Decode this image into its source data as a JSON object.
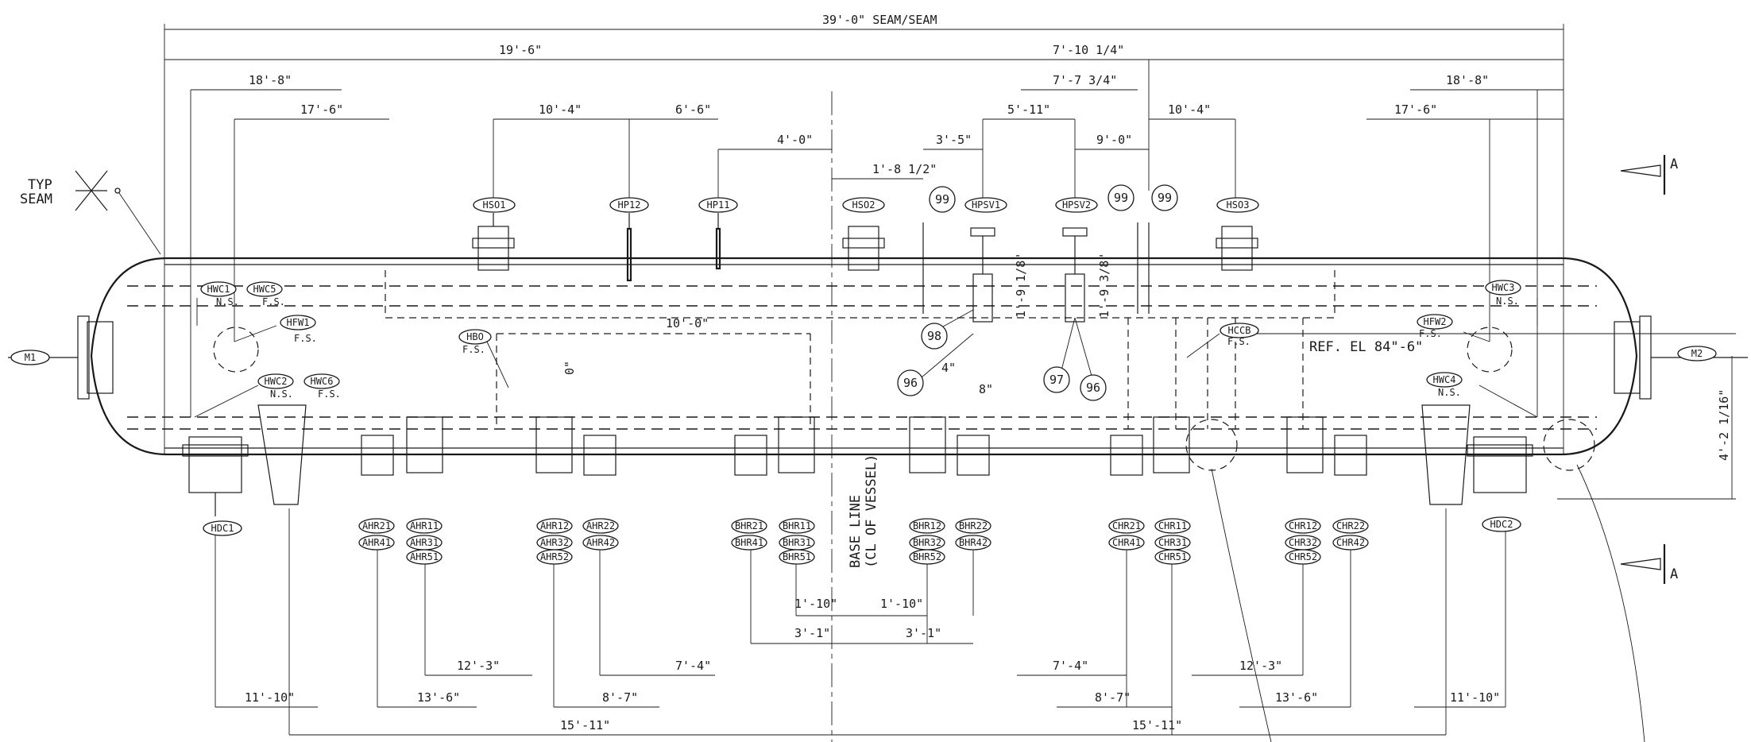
{
  "dimensions": {
    "overall": "39'-0\" SEAM/SEAM",
    "d_19_6": "19'-6\"",
    "d_18_8_left": "18'-8\"",
    "d_18_8_right": "18'-8\"",
    "d_17_6_left": "17'-6\"",
    "d_17_6_right": "17'-6\"",
    "d_10_4_left": "10'-4\"",
    "d_10_4_right": "10'-4\"",
    "d_6_6": "6'-6\"",
    "d_4_0": "4'-0\"",
    "d_1_8_5": "1'-8 1/2\"",
    "d_3_5": "3'-5\"",
    "d_5_11": "5'-11\"",
    "d_7_10_25": "7'-10 1/4\"",
    "d_7_7_75": "7'-7 3/4\"",
    "d_9_0": "9'-0\"",
    "d_10_0": "10'-0\"",
    "d_1_9_125": "1'-9 1/8\"",
    "d_1_9_375": "1'-9 3/8\"",
    "d_4in": "4\"",
    "d_8in": "8\"",
    "d_0in": "0\"",
    "d_4_2_125": "4'-2 1/16\"",
    "d_1_10_a": "1'-10\"",
    "d_1_10_b": "1'-10\"",
    "d_3_1_a": "3'-1\"",
    "d_3_1_b": "3'-1\"",
    "d_12_3_left": "12'-3\"",
    "d_12_3_right": "12'-3\"",
    "d_7_4_left": "7'-4\"",
    "d_7_4_right": "7'-4\"",
    "d_13_6_left": "13'-6\"",
    "d_13_6_right": "13'-6\"",
    "d_8_7_left": "8'-7\"",
    "d_8_7_right": "8'-7\"",
    "d_11_10_left": "11'-10\"",
    "d_11_10_right": "11'-10\"",
    "d_15_11_left": "15'-11\"",
    "d_15_11_right": "15'-11\""
  },
  "labels": {
    "typ_seam_1": "TYP",
    "typ_seam_2": "SEAM",
    "ref_el": "REF. EL  84\"-6\"",
    "base_line_1": "BASE LINE",
    "base_line_2": "(CL OF VESSEL)",
    "section_a": "A",
    "section_a2": "A",
    "ns1": "N.S.",
    "fs1": "F.S.",
    "fs2": "F.S.",
    "ns2": "N.S.",
    "fs3": "F.S.",
    "fs4": "F.S.",
    "fs5": "F.S.",
    "ns3": "N.S.",
    "fs6": "F.S.",
    "ns4": "N.S."
  },
  "nozzles": {
    "M1": "M1",
    "M2": "M2",
    "HSO1": "HSO1",
    "HP12": "HP12",
    "HP11": "HP11",
    "HSO2": "HSO2",
    "HPSV1": "HPSV1",
    "HPSV2": "HPSV2",
    "HSO3": "HSO3",
    "HWC1": "HWC1",
    "HWC5": "HWC5",
    "HFW1": "HFW1",
    "HWC2": "HWC2",
    "HWC6": "HWC6",
    "HBO": "HBO",
    "HCCB": "HCCB",
    "HFW2": "HFW2",
    "HWC3": "HWC3",
    "HWC4": "HWC4",
    "HDC1": "HDC1",
    "HDC2": "HDC2",
    "AHR21": "AHR21",
    "AHR41": "AHR41",
    "AHR11": "AHR11",
    "AHR31": "AHR31",
    "AHR51": "AHR51",
    "AHR12": "AHR12",
    "AHR32": "AHR32",
    "AHR52": "AHR52",
    "AHR22": "AHR22",
    "AHR42": "AHR42",
    "BHR21": "BHR21",
    "BHR41": "BHR41",
    "BHR11": "BHR11",
    "BHR31": "BHR31",
    "BHR51": "BHR51",
    "BHR12": "BHR12",
    "BHR32": "BHR32",
    "BHR52": "BHR52",
    "BHR22": "BHR22",
    "BHR42": "BHR42",
    "CHR21": "CHR21",
    "CHR41": "CHR41",
    "CHR11": "CHR11",
    "CHR31": "CHR31",
    "CHR51": "CHR51",
    "CHR12": "CHR12",
    "CHR32": "CHR32",
    "CHR52": "CHR52",
    "CHR22": "CHR22",
    "CHR42": "CHR42"
  },
  "callouts": {
    "c99a": "99",
    "c99b": "99",
    "c99c": "99",
    "c98": "98",
    "c96a": "96",
    "c97": "97",
    "c96b": "96"
  }
}
